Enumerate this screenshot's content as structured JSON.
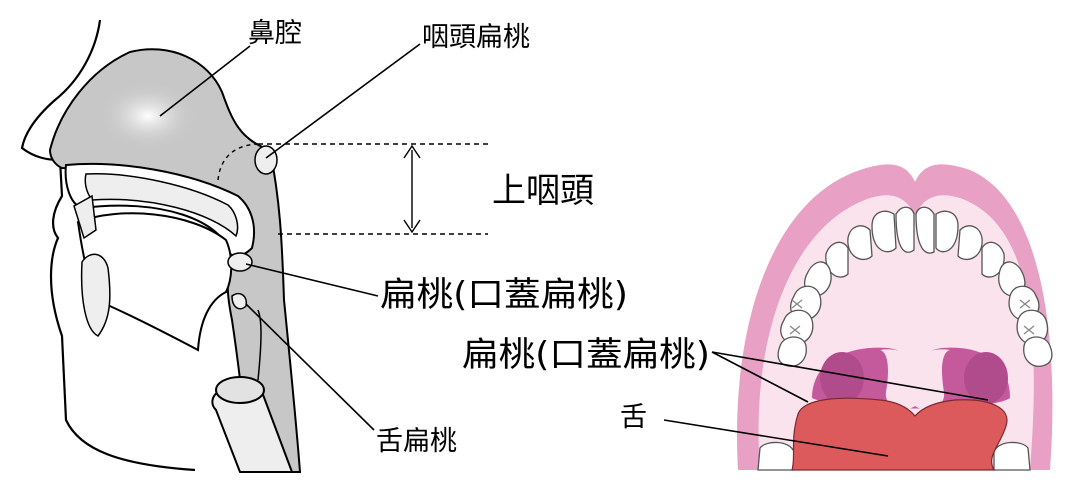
{
  "labels": {
    "nasal_cavity": "鼻腔",
    "pharyngeal_tonsil": "咽頭扁桃",
    "nasopharynx": "上咽頭",
    "tonsil_side_view": "扁桃(口蓋扁桃)",
    "lingual_tonsil": "舌扁桃",
    "tonsil_mouth_view": "扁桃(口蓋扁桃)",
    "tongue": "舌"
  },
  "colors": {
    "cavity_gray": "#c7c7c7",
    "tissue_light": "#eeeeee",
    "gum_pink": "#e8a0c4",
    "mouth_inner": "#fbe3ee",
    "throat_magenta": "#c45a9c",
    "tongue_red": "#dc5a5c",
    "teeth": "#ffffff",
    "line": "#000000"
  }
}
